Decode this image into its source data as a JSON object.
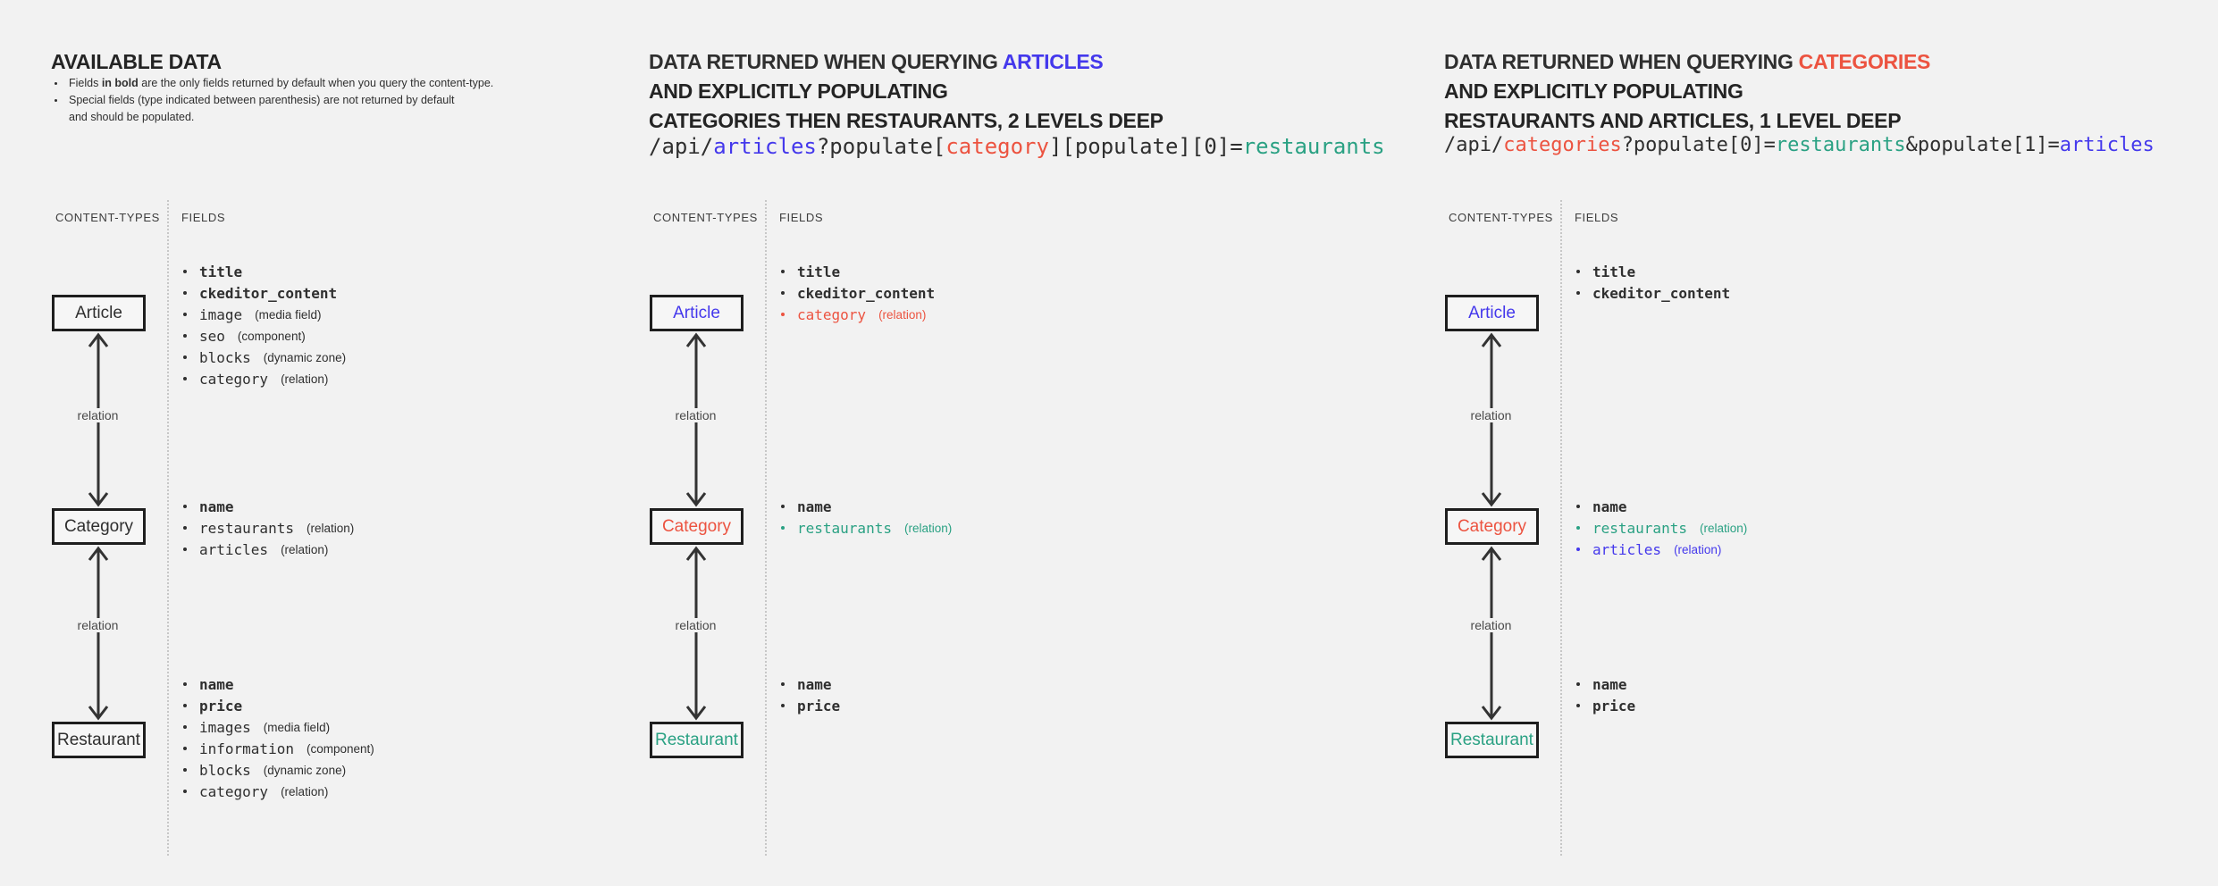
{
  "colors": {
    "dark": "#2f2f2f",
    "blue": "#4438ec",
    "red": "#ec5340",
    "teal": "#2aa183"
  },
  "panels": [
    {
      "title": "AVAILABLE DATA",
      "notes": {
        "n1_pre": "Fields ",
        "n1_bold": "in bold",
        "n1_post": " are the only fields returned by default when you query the content-type.",
        "n2_line1": "Special fields (type indicated between parenthesis) are not returned by default",
        "n2_line2": "and should be populated."
      },
      "content_types_label": "CONTENT-TYPES",
      "fields_label": "FIELDS",
      "relation_label": "relation",
      "boxes": [
        {
          "label": "Article",
          "color": "dark"
        },
        {
          "label": "Category",
          "color": "dark"
        },
        {
          "label": "Restaurant",
          "color": "dark"
        }
      ],
      "field_groups": [
        [
          {
            "name": "title",
            "bold": true,
            "color": "dark"
          },
          {
            "name": "ckeditor_content",
            "bold": true,
            "color": "dark"
          },
          {
            "name": "image",
            "color": "dark",
            "type": "(media field)"
          },
          {
            "name": "seo",
            "color": "dark",
            "type": "(component)"
          },
          {
            "name": "blocks",
            "color": "dark",
            "type": "(dynamic zone)"
          },
          {
            "name": "category",
            "color": "dark",
            "type": "(relation)"
          }
        ],
        [
          {
            "name": "name",
            "bold": true,
            "color": "dark"
          },
          {
            "name": "restaurants",
            "color": "dark",
            "type": "(relation)"
          },
          {
            "name": "articles",
            "color": "dark",
            "type": "(relation)"
          }
        ],
        [
          {
            "name": "name",
            "bold": true,
            "color": "dark"
          },
          {
            "name": "price",
            "bold": true,
            "color": "dark"
          },
          {
            "name": "images",
            "color": "dark",
            "type": "(media field)"
          },
          {
            "name": "information",
            "color": "dark",
            "type": "(component)"
          },
          {
            "name": "blocks",
            "color": "dark",
            "type": "(dynamic zone)"
          },
          {
            "name": "category",
            "color": "dark",
            "type": "(relation)"
          }
        ]
      ]
    },
    {
      "heading_line1": [
        {
          "t": "DATA RETURNED WHEN QUERYING ",
          "c": "dark"
        },
        {
          "t": "ARTICLES",
          "c": "blue"
        }
      ],
      "heading_line2": "AND EXPLICITLY POPULATING",
      "heading_line3": "CATEGORIES THEN RESTAURANTS, 2 LEVELS DEEP",
      "url": [
        {
          "t": "/api/",
          "c": "dark"
        },
        {
          "t": "articles",
          "c": "blue"
        },
        {
          "t": "?populate[",
          "c": "dark"
        },
        {
          "t": "category",
          "c": "red"
        },
        {
          "t": "][populate][0]=",
          "c": "dark"
        },
        {
          "t": "restaurants",
          "c": "teal"
        }
      ],
      "content_types_label": "CONTENT-TYPES",
      "fields_label": "FIELDS",
      "relation_label": "relation",
      "boxes": [
        {
          "label": "Article",
          "color": "blue"
        },
        {
          "label": "Category",
          "color": "red"
        },
        {
          "label": "Restaurant",
          "color": "teal"
        }
      ],
      "field_groups": [
        [
          {
            "name": "title",
            "bold": true,
            "color": "dark"
          },
          {
            "name": "ckeditor_content",
            "bold": true,
            "color": "dark"
          },
          {
            "name": "category",
            "color": "red",
            "type": "(relation)"
          }
        ],
        [
          {
            "name": "name",
            "bold": true,
            "color": "dark"
          },
          {
            "name": "restaurants",
            "color": "teal",
            "type": "(relation)"
          }
        ],
        [
          {
            "name": "name",
            "bold": true,
            "color": "dark"
          },
          {
            "name": "price",
            "bold": true,
            "color": "dark"
          }
        ]
      ]
    },
    {
      "heading_line1": [
        {
          "t": "DATA RETURNED WHEN QUERYING ",
          "c": "dark"
        },
        {
          "t": "CATEGORIES",
          "c": "red"
        }
      ],
      "heading_line2": "AND EXPLICITLY POPULATING",
      "heading_line3": "RESTAURANTS AND ARTICLES, 1 LEVEL DEEP",
      "url": [
        {
          "t": "/api/",
          "c": "dark"
        },
        {
          "t": "categories",
          "c": "red"
        },
        {
          "t": "?populate[0]=",
          "c": "dark"
        },
        {
          "t": "restaurants",
          "c": "teal"
        },
        {
          "t": "&populate[1]=",
          "c": "dark"
        },
        {
          "t": "articles",
          "c": "blue"
        }
      ],
      "content_types_label": "CONTENT-TYPES",
      "fields_label": "FIELDS",
      "relation_label": "relation",
      "boxes": [
        {
          "label": "Article",
          "color": "blue"
        },
        {
          "label": "Category",
          "color": "red"
        },
        {
          "label": "Restaurant",
          "color": "teal"
        }
      ],
      "field_groups": [
        [
          {
            "name": "title",
            "bold": true,
            "color": "dark"
          },
          {
            "name": "ckeditor_content",
            "bold": true,
            "color": "dark"
          }
        ],
        [
          {
            "name": "name",
            "bold": true,
            "color": "dark"
          },
          {
            "name": "restaurants",
            "color": "teal",
            "type": "(relation)"
          },
          {
            "name": "articles",
            "color": "blue",
            "type": "(relation)"
          }
        ],
        [
          {
            "name": "name",
            "bold": true,
            "color": "dark"
          },
          {
            "name": "price",
            "bold": true,
            "color": "dark"
          }
        ]
      ]
    }
  ]
}
